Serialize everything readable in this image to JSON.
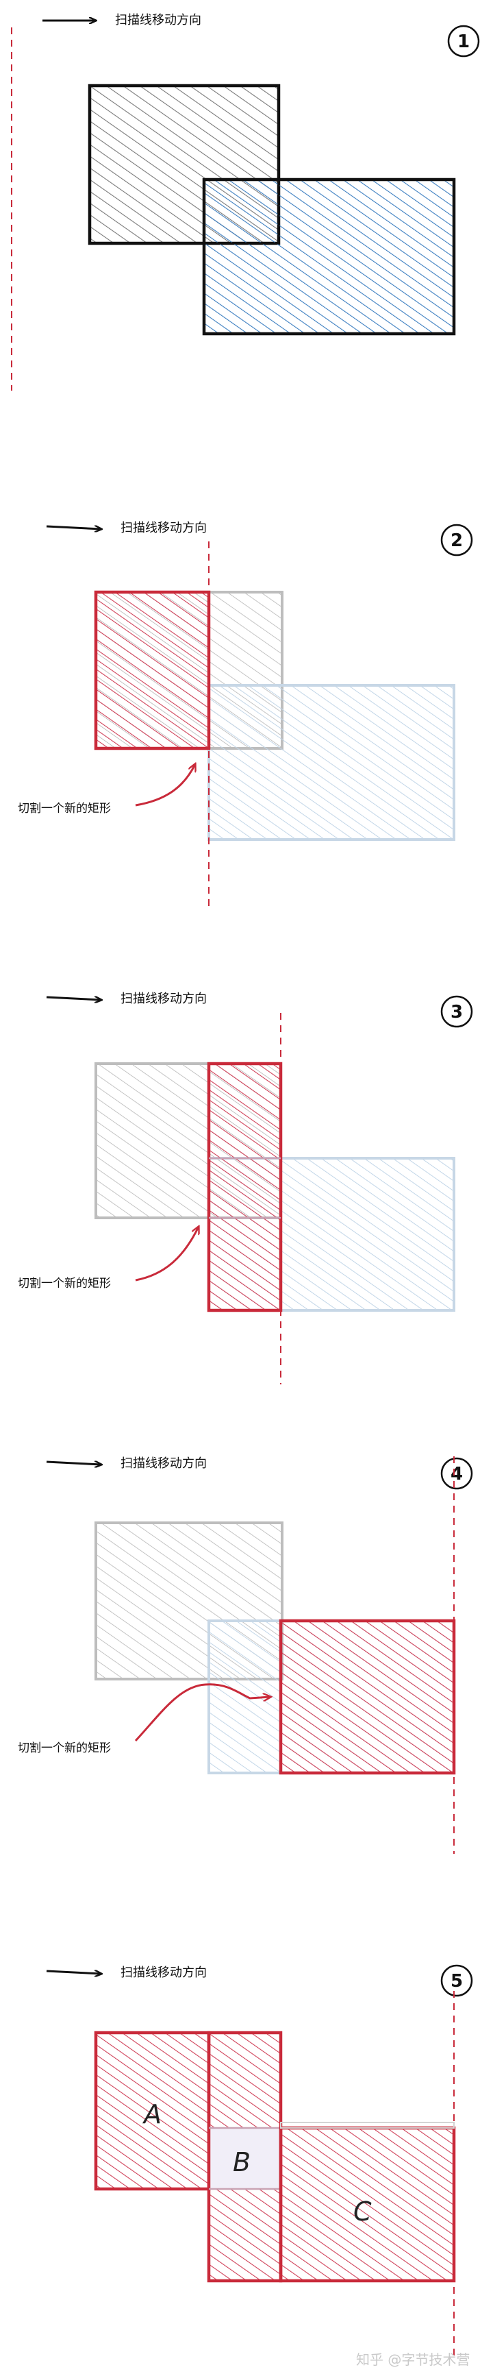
{
  "direction_label": "扫描线移动方向",
  "cut_label": "切割一个新的矩形",
  "steps": [
    "1",
    "2",
    "3",
    "4",
    "5"
  ],
  "regions": [
    "A",
    "B",
    "C"
  ],
  "watermark": "知乎 @字节技术营",
  "colors": {
    "ink": "#111111",
    "gray_hatch": "#8a8a8a",
    "gray_faded": "#bdbdbd",
    "blue_hatch": "#3d7fc1",
    "blue_faded": "#b9cfe2",
    "red": "#c92a3a",
    "red_hatch": "#d0425a"
  }
}
